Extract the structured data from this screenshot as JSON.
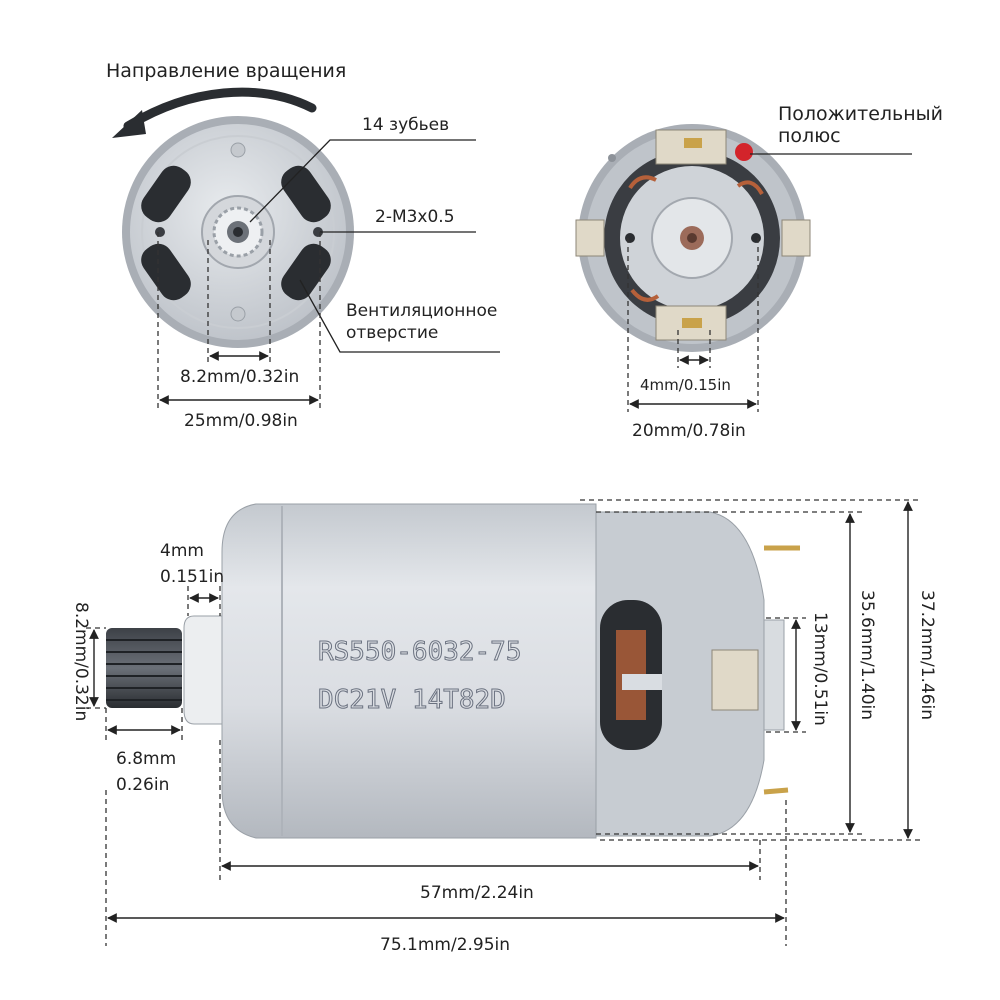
{
  "labels": {
    "rotation_direction": "Направление вращения",
    "teeth": "14 зубьев",
    "screw": "2-M3x0.5",
    "vent_line1": "Вентиляционное",
    "vent_line2": "отверстие",
    "positive_line1": "Положительный",
    "positive_line2": "полюс"
  },
  "dimensions": {
    "gear_spacing": "8.2mm/0.32in",
    "front_width": "25mm/0.98in",
    "terminal_gap": "4mm/0.15in",
    "back_width": "20mm/0.78in",
    "shaft_len_mm": "4mm",
    "shaft_len_in": "0.151in",
    "gear_dia": "8.2mm/0.32in",
    "gear_len_mm": "6.8mm",
    "gear_len_in": "0.26in",
    "body_len": "57mm/2.24in",
    "total_len": "75.1mm/2.95in",
    "bearing_dia": "13mm/0.51in",
    "body_dia": "35.6mm/1.40in",
    "total_dia": "37.2mm/1.46in"
  },
  "motor": {
    "model": "RS550-6032-75",
    "spec": "DC21V  14T82D"
  },
  "colors": {
    "body": "#d9dde2",
    "body_shadow": "#b9bec5",
    "dark": "#2a2d31",
    "positive_mark": "#d3242b",
    "copper": "#b5603a",
    "brass": "#c9a24a"
  }
}
